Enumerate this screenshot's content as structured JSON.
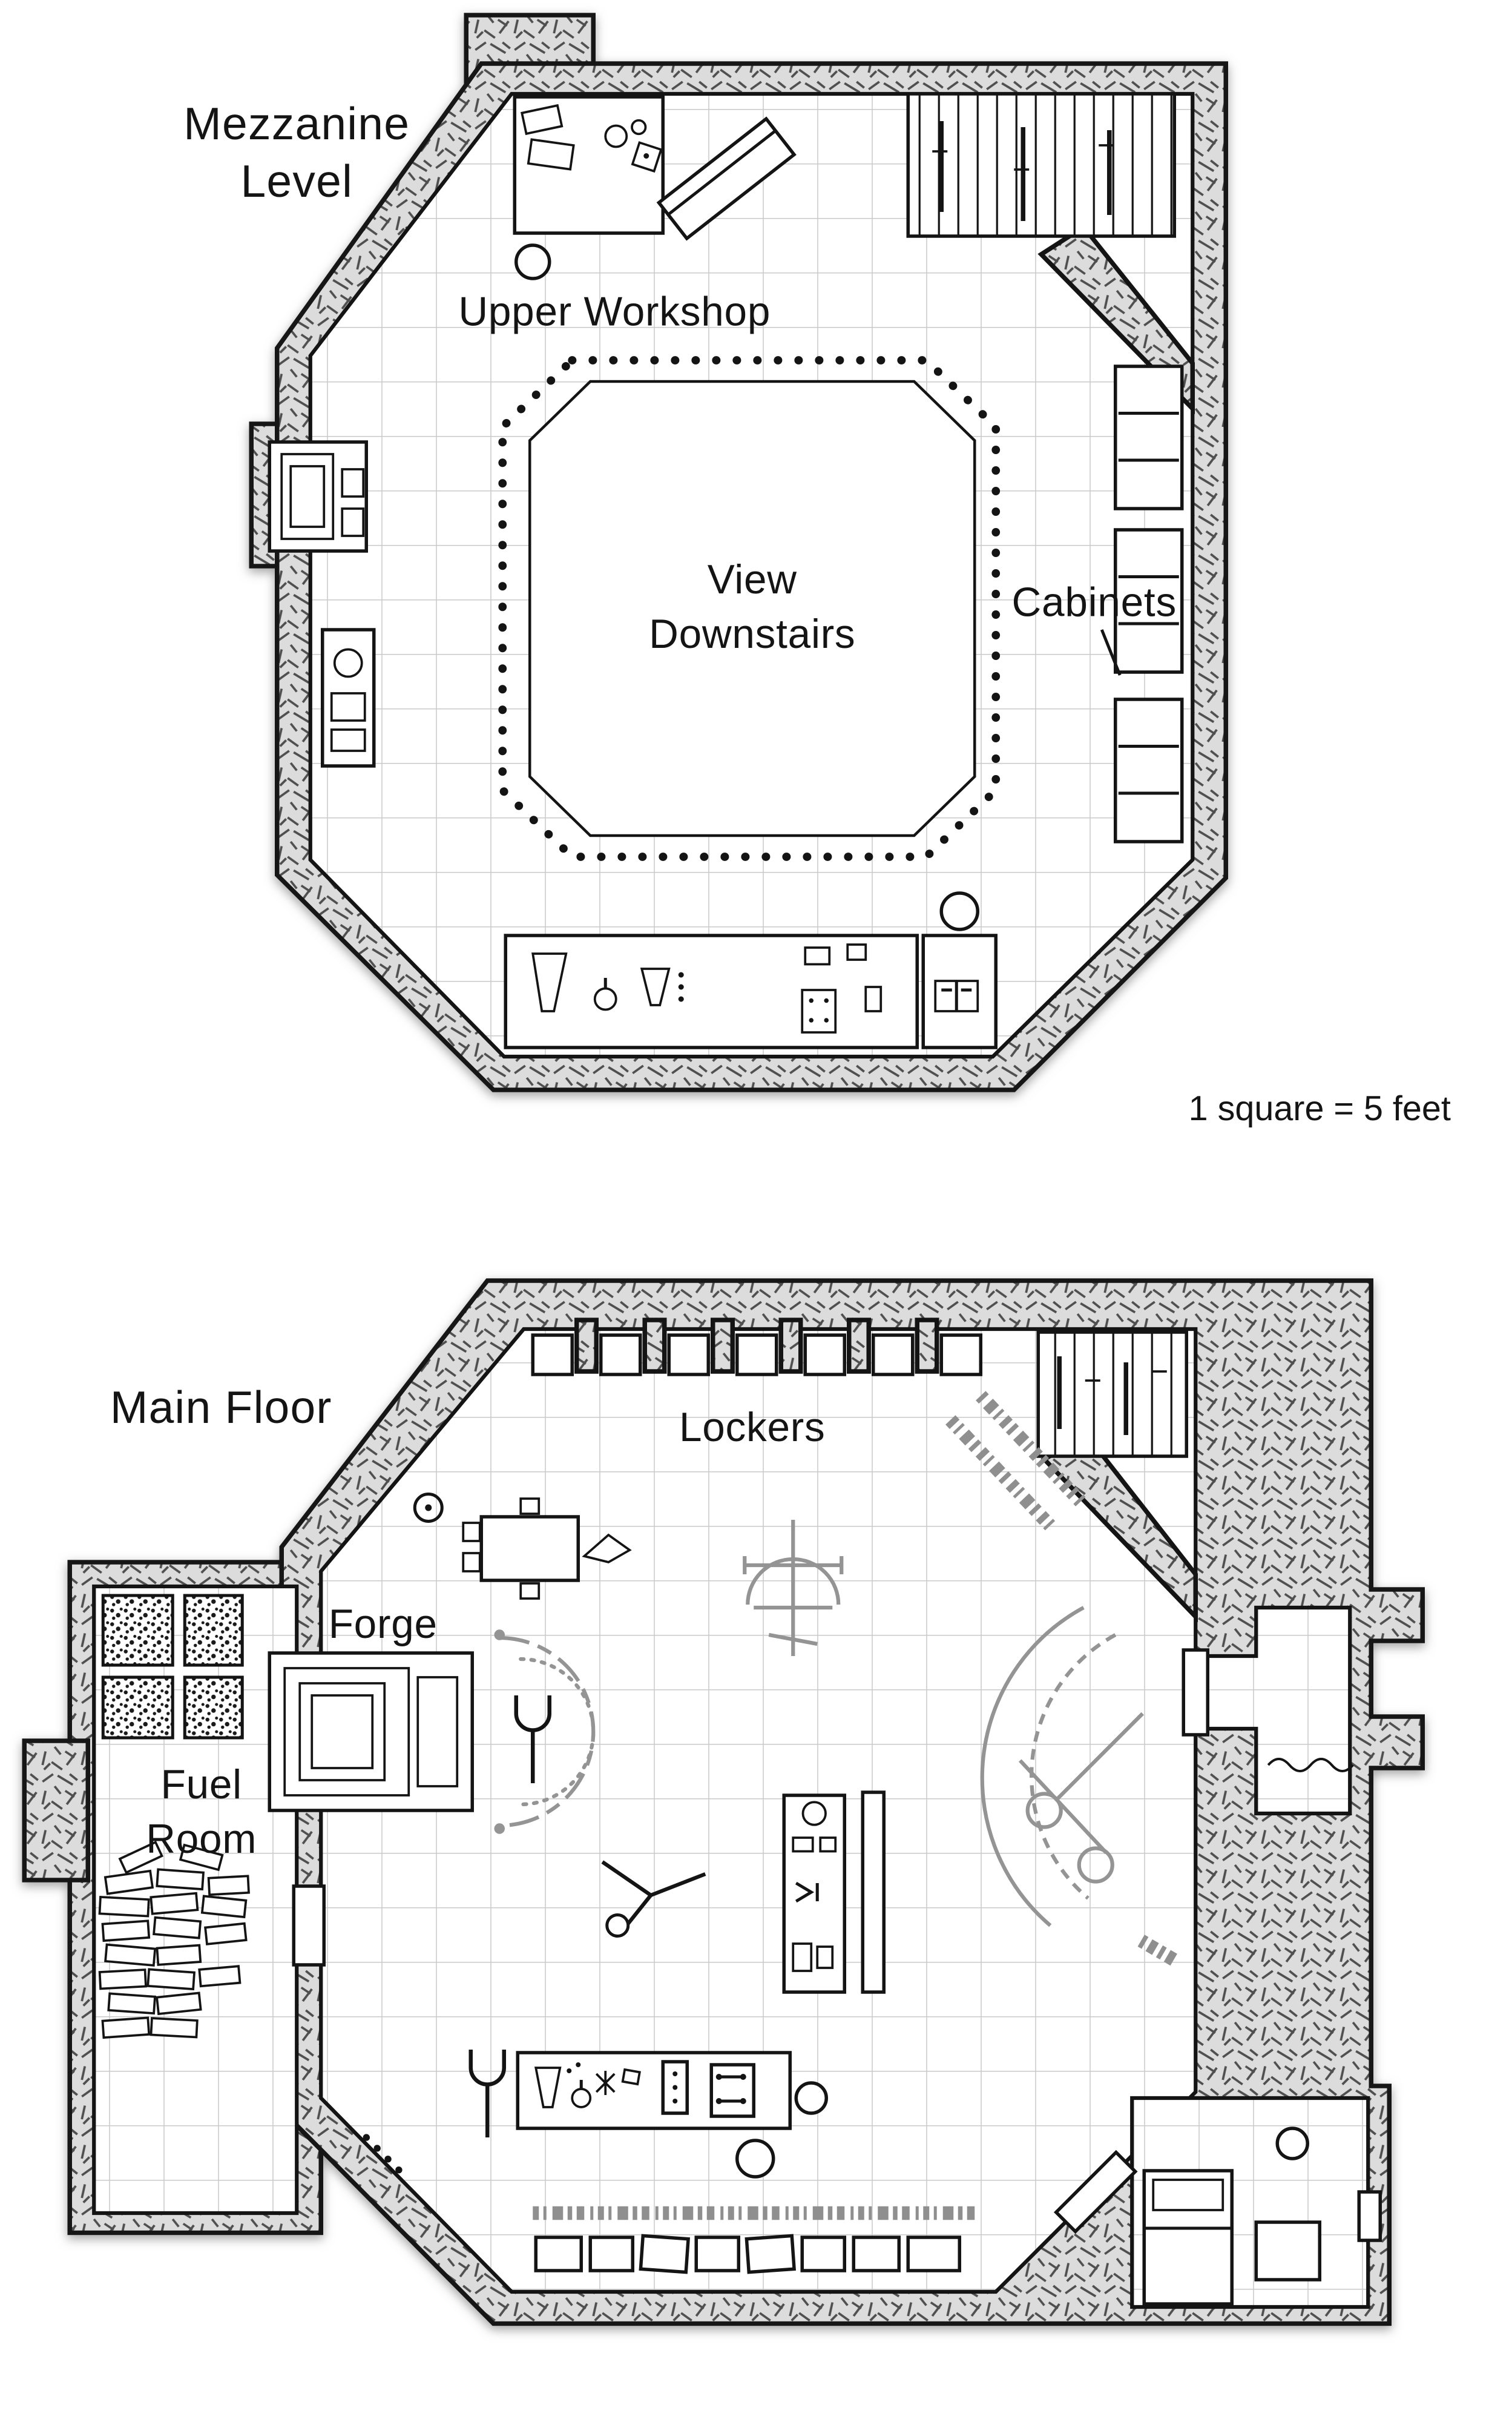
{
  "map": {
    "scale_note": "1 square = 5 feet",
    "mezzanine": {
      "title_line1": "Mezzanine",
      "title_line2": "Level",
      "labels": {
        "upper_workshop": "Upper Workshop",
        "view_line1": "View",
        "view_line2": "Downstairs",
        "cabinets": "Cabinets"
      }
    },
    "main_floor": {
      "title": "Main Floor",
      "labels": {
        "lockers": "Lockers",
        "forge": "Forge",
        "fuel_line1": "Fuel",
        "fuel_line2": "Room"
      }
    },
    "grid": {
      "square_feet": 5
    },
    "colors": {
      "background": "#ffffff",
      "wall_fill": "#dcdcdc",
      "wall_hatch": "#4f4f4f",
      "grid_line": "#c9c9c9",
      "ink": "#141414",
      "arcane_gray": "#949494"
    }
  }
}
